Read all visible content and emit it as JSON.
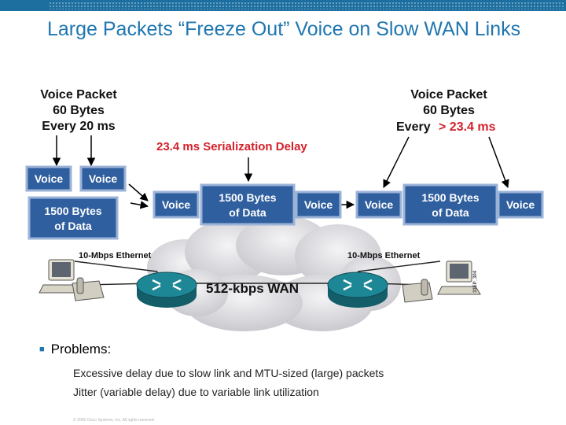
{
  "slide": {
    "title": "Large Packets “Freeze Out” Voice on Slow WAN Links"
  },
  "diagram": {
    "left_packet": {
      "line1": "Voice Packet",
      "line2": "60 Bytes",
      "line3": "Every 20 ms"
    },
    "right_packet": {
      "line1": "Voice Packet",
      "line2": "60 Bytes",
      "line3_prefix": "Every",
      "line3_highlight": "> 23.4 ms"
    },
    "serialization_delay": "23.4 ms Serialization Delay",
    "voice_label": "Voice",
    "data_label_line1": "1500 Bytes",
    "data_label_line2": "of Data",
    "left_link": "10-Mbps Ethernet",
    "right_link": "10-Mbps Ethernet",
    "wan": "512-kbps WAN",
    "figure_id": "33EP_304",
    "colors": {
      "box": "#2f5f9e",
      "box_border": "#9cb3d8",
      "red": "#d4202a",
      "router": "#1d7f8f",
      "cloud": "#e3e3e6"
    }
  },
  "body": {
    "heading": "Problems:",
    "bullets": [
      "Excessive delay due to slow link and MTU-sized (large) packets",
      "Jitter (variable delay) due to variable link utilization"
    ],
    "footer": "© 2006 Cisco Systems, Inc. All rights reserved."
  }
}
